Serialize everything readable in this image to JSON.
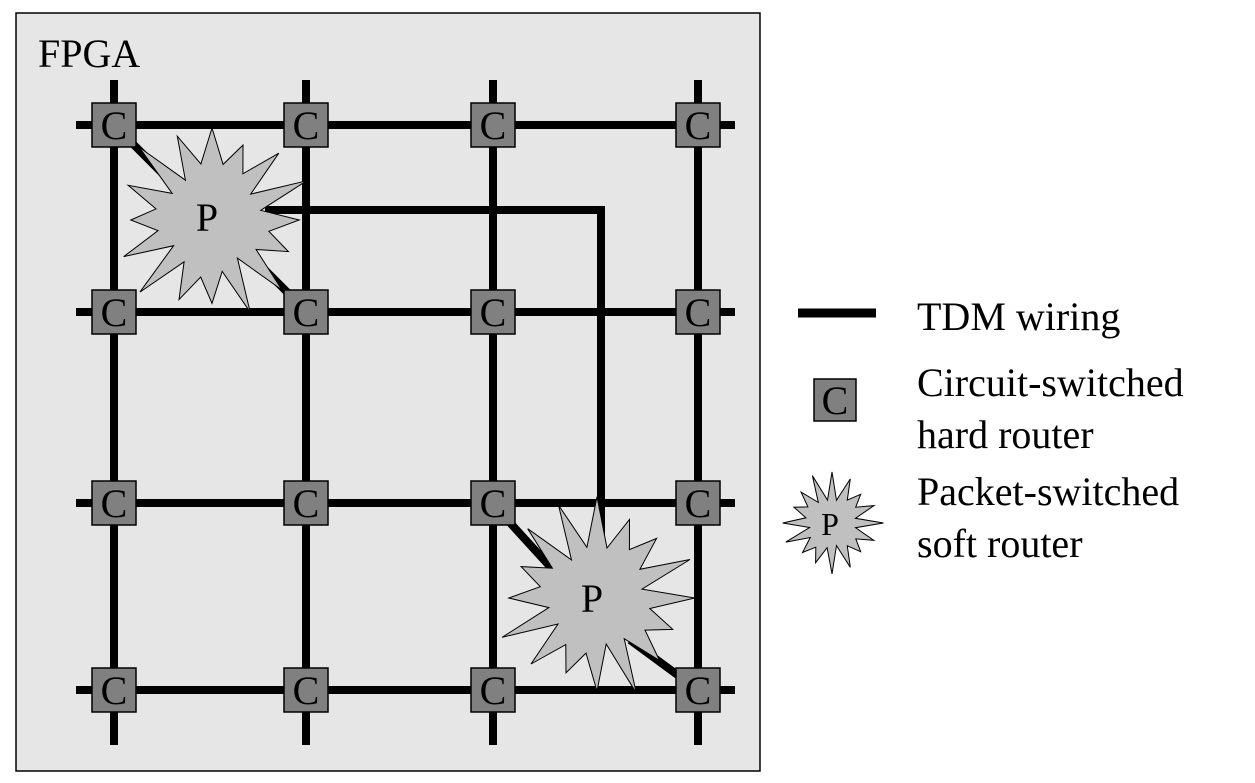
{
  "fpga_label": "FPGA",
  "colors": {
    "board_fill": "#e6e6e6",
    "board_stroke": "#000000",
    "wire": "#000000",
    "hard_router_fill": "#808080",
    "soft_router_fill": "#c0c0c0"
  },
  "hard_router": {
    "letter": "C",
    "icon": "square-router-icon"
  },
  "soft_router": {
    "letter": "P",
    "icon": "starburst-router-icon"
  },
  "grid": {
    "rows": 4,
    "cols": 4
  },
  "legend": {
    "wiring": {
      "line1": "TDM wiring"
    },
    "hard": {
      "line1": "Circuit-switched",
      "line2": "hard router",
      "letter": "C"
    },
    "soft": {
      "line1": "Packet-switched",
      "line2": "soft router",
      "letter": "P"
    }
  }
}
